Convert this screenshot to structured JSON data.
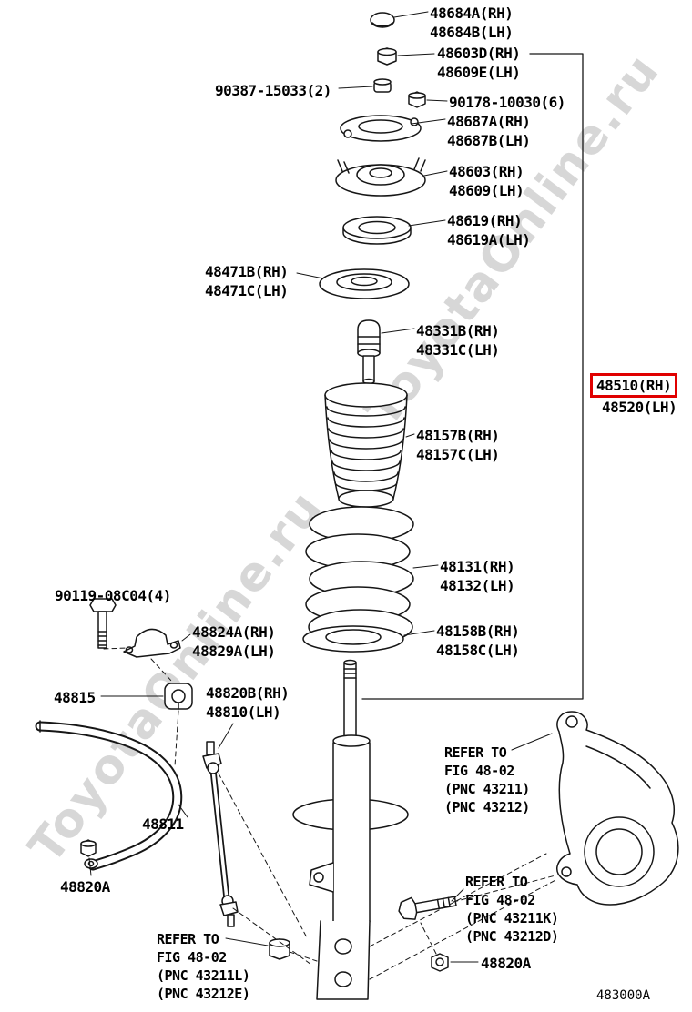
{
  "watermark": {
    "text": "ToyotaOnline.ru"
  },
  "diagram_code": "483000A",
  "highlight": {
    "color": "#e00000",
    "highlighted_part": "48510(RH)"
  },
  "labels": [
    {
      "part": "48684",
      "lines": [
        "48684A(RH)",
        "48684B(LH)"
      ]
    },
    {
      "part": "48603D",
      "lines": [
        "48603D(RH)",
        "48609E(LH)"
      ]
    },
    {
      "part": "90387",
      "lines": [
        "90387-15033(2)"
      ]
    },
    {
      "part": "90178",
      "lines": [
        "90178-10030(6)"
      ]
    },
    {
      "part": "48687",
      "lines": [
        "48687A(RH)",
        "48687B(LH)"
      ]
    },
    {
      "part": "48603",
      "lines": [
        "48603(RH)",
        "48609(LH)"
      ]
    },
    {
      "part": "48619",
      "lines": [
        "48619(RH)",
        "48619A(LH)"
      ]
    },
    {
      "part": "48471",
      "lines": [
        "48471B(RH)",
        "48471C(LH)"
      ]
    },
    {
      "part": "48331",
      "lines": [
        "48331B(RH)",
        "48331C(LH)"
      ]
    },
    {
      "part": "48510",
      "lines": [
        "48510(RH)",
        "48520(LH)"
      ]
    },
    {
      "part": "48157",
      "lines": [
        "48157B(RH)",
        "48157C(LH)"
      ]
    },
    {
      "part": "48131",
      "lines": [
        "48131(RH)",
        "48132(LH)"
      ]
    },
    {
      "part": "48158",
      "lines": [
        "48158B(RH)",
        "48158C(LH)"
      ]
    },
    {
      "part": "90119",
      "lines": [
        "90119-08C04(4)"
      ]
    },
    {
      "part": "48824",
      "lines": [
        "48824A(RH)",
        "48829A(LH)"
      ]
    },
    {
      "part": "48815",
      "lines": [
        "48815"
      ]
    },
    {
      "part": "48820B",
      "lines": [
        "48820B(RH)",
        "48810(LH)"
      ]
    },
    {
      "part": "48811",
      "lines": [
        "48811"
      ]
    },
    {
      "part": "48820A-left",
      "lines": [
        "48820A"
      ]
    },
    {
      "part": "refer-knuckle",
      "lines": [
        "REFER TO",
        "FIG 48-02",
        "(PNC 43211)",
        "(PNC 43212)"
      ]
    },
    {
      "part": "refer-bolt",
      "lines": [
        "REFER TO",
        "FIG 48-02",
        "(PNC 43211K)",
        "(PNC 43212D)"
      ]
    },
    {
      "part": "48820A-right",
      "lines": [
        "48820A"
      ]
    },
    {
      "part": "refer-nut",
      "lines": [
        "REFER TO",
        "FIG 48-02",
        "(PNC 43211L)",
        "(PNC 43212E)"
      ]
    }
  ]
}
